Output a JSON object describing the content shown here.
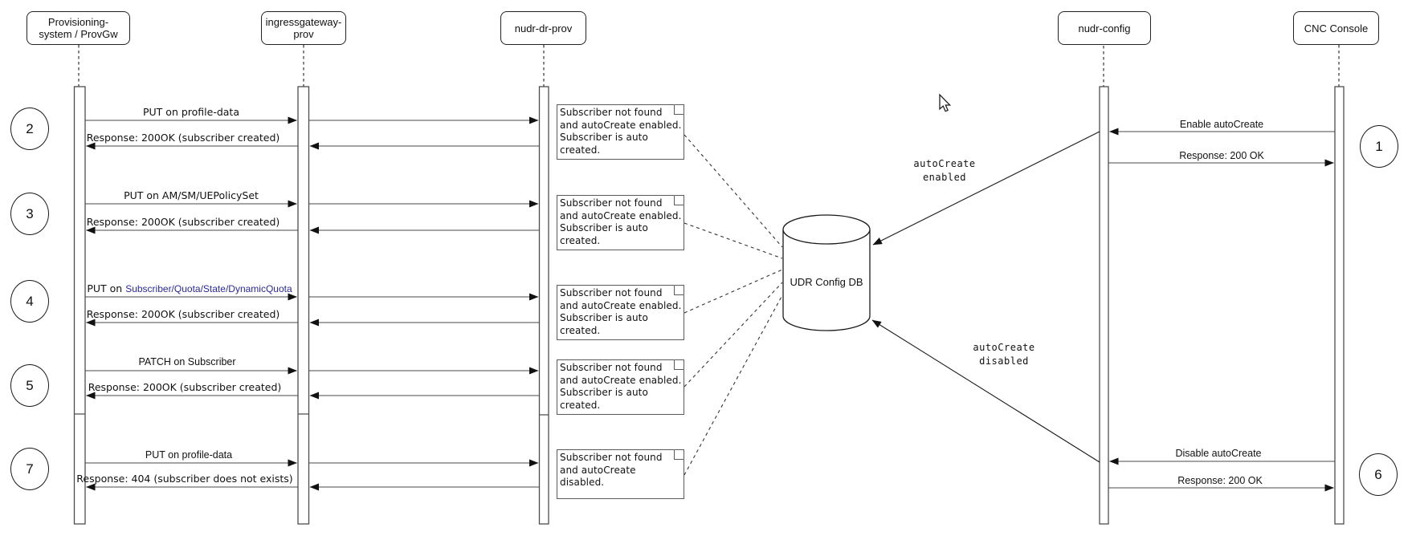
{
  "diagram": {
    "participants": [
      {
        "id": "provisioning",
        "label": "Provisioning-\nsystem / ProvGw"
      },
      {
        "id": "ingressgateway",
        "label": "ingressgateway-\nprov"
      },
      {
        "id": "nudr-dr-prov",
        "label": "nudr-dr-prov"
      },
      {
        "id": "nudr-config",
        "label": "nudr-config"
      },
      {
        "id": "cnc-console",
        "label": "CNC Console"
      }
    ],
    "steps": {
      "s1": "1",
      "s2": "2",
      "s3": "3",
      "s4": "4",
      "s5": "5",
      "s6": "6",
      "s7": "7"
    },
    "left_flows": [
      {
        "request": "PUT on profile-data",
        "response": "Response: 200OK (subscriber created)"
      },
      {
        "request": "PUT on AM/SM/UEPolicySet",
        "response": "Response: 200OK (subscriber created)"
      },
      {
        "request_prefix": "PUT on ",
        "request_path": "Subscriber/Quota/State/DynamicQuota",
        "response": "Response: 200OK (subscriber created)"
      },
      {
        "request": "PATCH on Subscriber",
        "response": "Response: 200OK (subscriber created)"
      },
      {
        "request": "PUT on profile-data",
        "response": "Response: 404 (subscriber does not exists)"
      }
    ],
    "right_flows": [
      {
        "request": "Enable autoCreate",
        "response": "Response: 200 OK"
      },
      {
        "request": "Disable autoCreate",
        "response": "Response: 200 OK"
      }
    ],
    "notes": [
      {
        "text": "Subscriber not found and autoCreate enabled. Subscriber is auto created."
      },
      {
        "text": "Subscriber not found and autoCreate enabled. Subscriber is auto created."
      },
      {
        "text": "Subscriber not found and autoCreate enabled. Subscriber is auto created."
      },
      {
        "text": "Subscriber not found and autoCreate enabled. Subscriber is auto created."
      },
      {
        "text": "Subscriber not found and autoCreate disabled."
      }
    ],
    "database": {
      "label": "UDR Config DB"
    },
    "db_annotations": {
      "enabled": "autoCreate\nenabled",
      "disabled": "autoCreate\ndisabled"
    },
    "colors": {
      "line": "#4a4a4a",
      "arrowhead": "#111111",
      "path_text": "#2929a3",
      "note_border": "#5a5a5a"
    }
  }
}
